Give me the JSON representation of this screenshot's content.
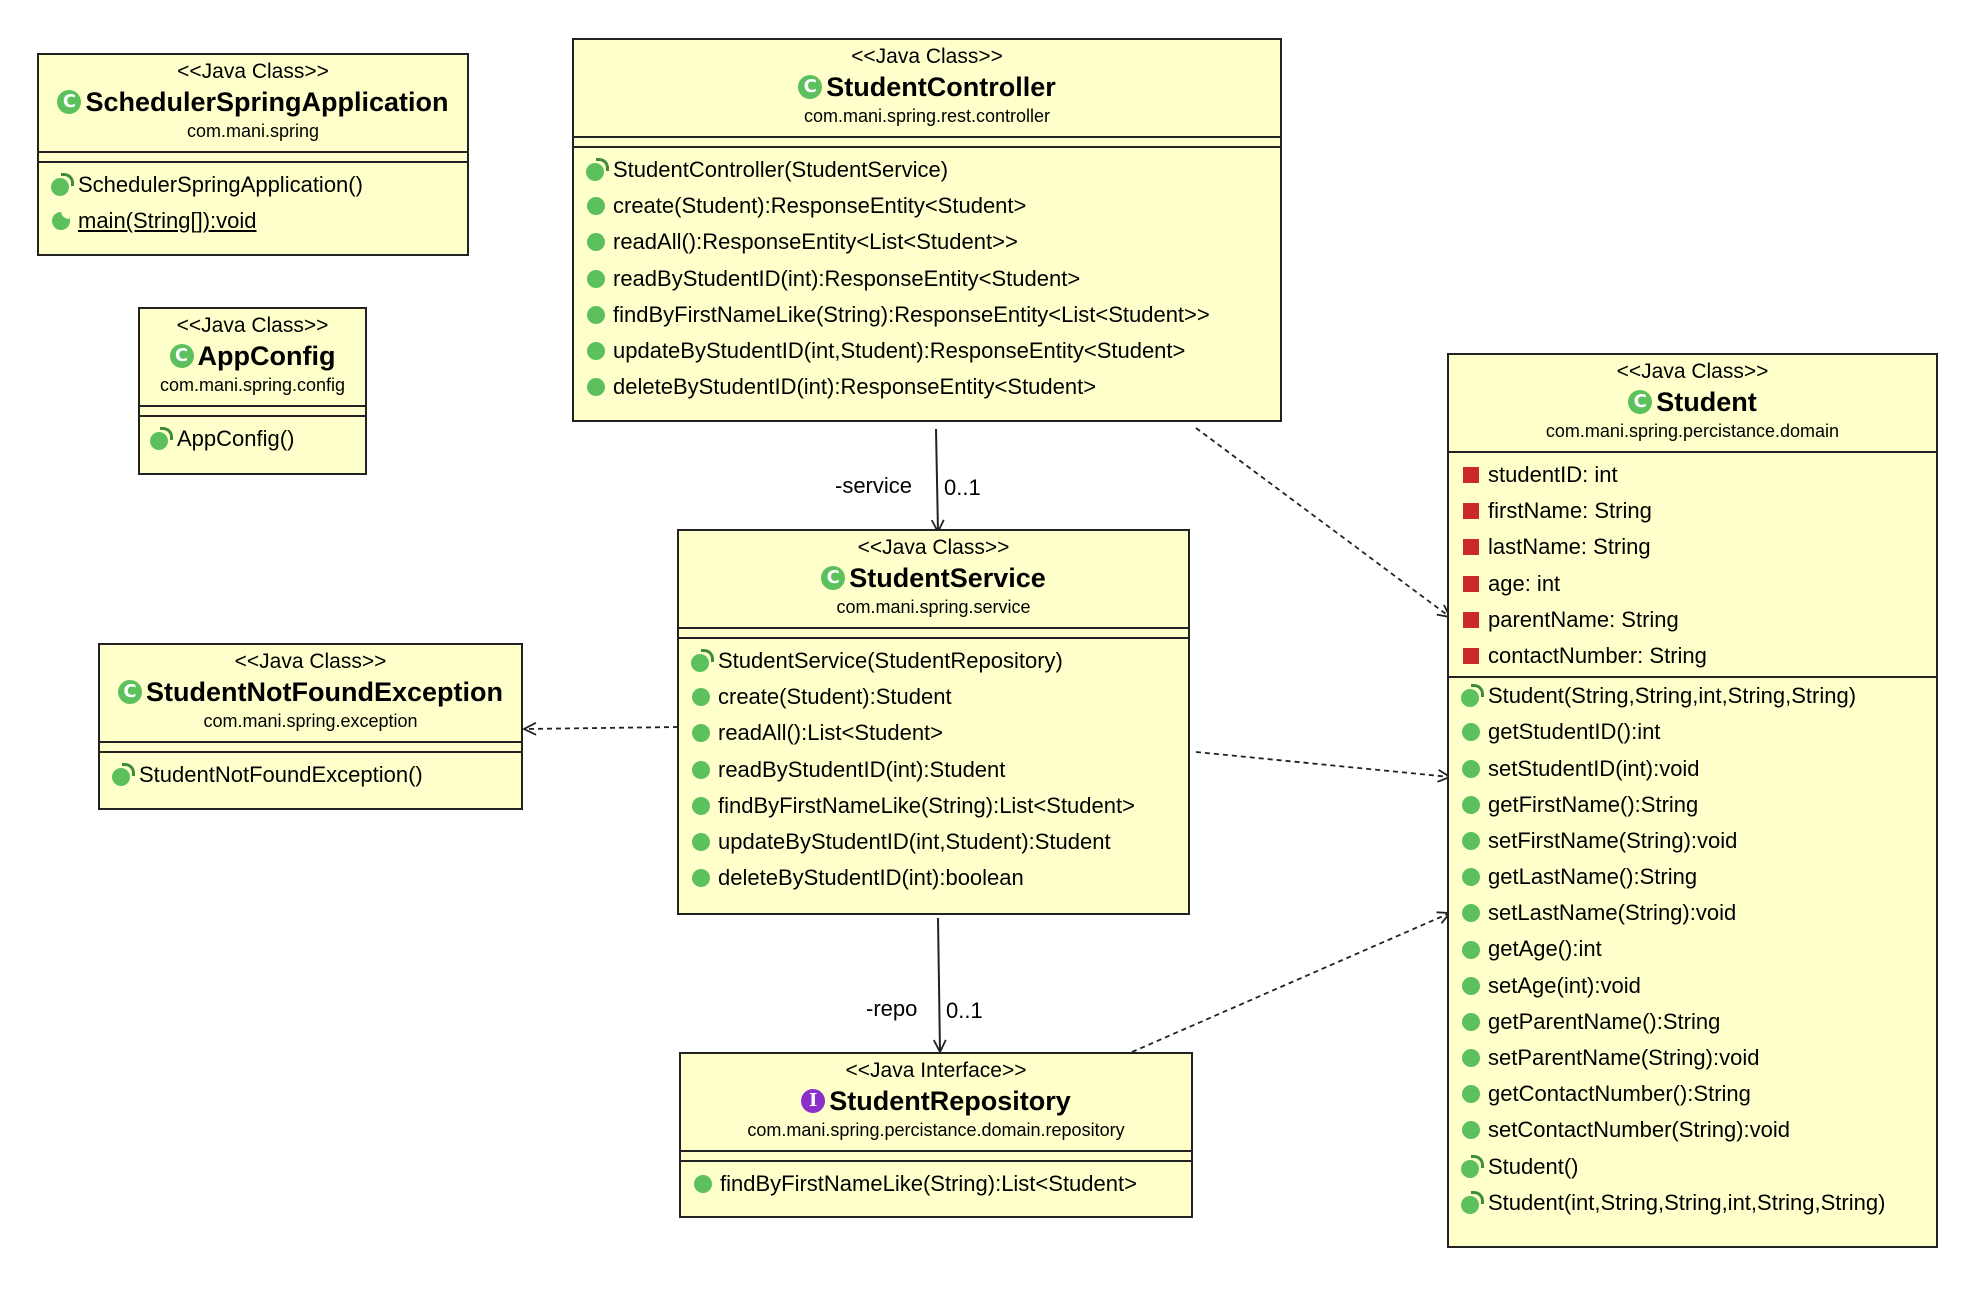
{
  "classes": {
    "scheduler": {
      "stereotype": "<<Java Class>>",
      "name": "SchedulerSpringApplication",
      "package": "com.mani.spring",
      "methods": [
        "SchedulerSpringApplication()",
        "main(String[]):void"
      ]
    },
    "appconfig": {
      "stereotype": "<<Java Class>>",
      "name": "AppConfig",
      "package": "com.mani.spring.config",
      "methods": [
        "AppConfig()"
      ]
    },
    "controller": {
      "stereotype": "<<Java Class>>",
      "name": "StudentController",
      "package": "com.mani.spring.rest.controller",
      "methods": [
        "StudentController(StudentService)",
        "create(Student):ResponseEntity<Student>",
        "readAll():ResponseEntity<List<Student>>",
        "readByStudentID(int):ResponseEntity<Student>",
        "findByFirstNameLike(String):ResponseEntity<List<Student>>",
        "updateByStudentID(int,Student):ResponseEntity<Student>",
        "deleteByStudentID(int):ResponseEntity<Student>"
      ]
    },
    "service": {
      "stereotype": "<<Java Class>>",
      "name": "StudentService",
      "package": "com.mani.spring.service",
      "methods": [
        "StudentService(StudentRepository)",
        "create(Student):Student",
        "readAll():List<Student>",
        "readByStudentID(int):Student",
        "findByFirstNameLike(String):List<Student>",
        "updateByStudentID(int,Student):Student",
        "deleteByStudentID(int):boolean"
      ]
    },
    "exception": {
      "stereotype": "<<Java Class>>",
      "name": "StudentNotFoundException",
      "package": "com.mani.spring.exception",
      "methods": [
        "StudentNotFoundException()"
      ]
    },
    "repository": {
      "stereotype": "<<Java Interface>>",
      "name": "StudentRepository",
      "package": "com.mani.spring.percistance.domain.repository",
      "methods": [
        "findByFirstNameLike(String):List<Student>"
      ]
    },
    "student": {
      "stereotype": "<<Java Class>>",
      "name": "Student",
      "package": "com.mani.spring.percistance.domain",
      "fields": [
        "studentID: int",
        "firstName: String",
        "lastName: String",
        "age: int",
        "parentName: String",
        "contactNumber: String"
      ],
      "methods": [
        "Student(String,String,int,String,String)",
        "getStudentID():int",
        "setStudentID(int):void",
        "getFirstName():String",
        "setFirstName(String):void",
        "getLastName():String",
        "setLastName(String):void",
        "getAge():int",
        "setAge(int):void",
        "getParentName():String",
        "setParentName(String):void",
        "getContactNumber():String",
        "setContactNumber(String):void",
        "Student()",
        "Student(int,String,String,int,String,String)"
      ]
    }
  },
  "associations": {
    "controller_service": {
      "role": "-service",
      "multiplicity": "0..1"
    },
    "service_repository": {
      "role": "-repo",
      "multiplicity": "0..1"
    }
  },
  "badges": {
    "class": "C",
    "interface": "I"
  }
}
